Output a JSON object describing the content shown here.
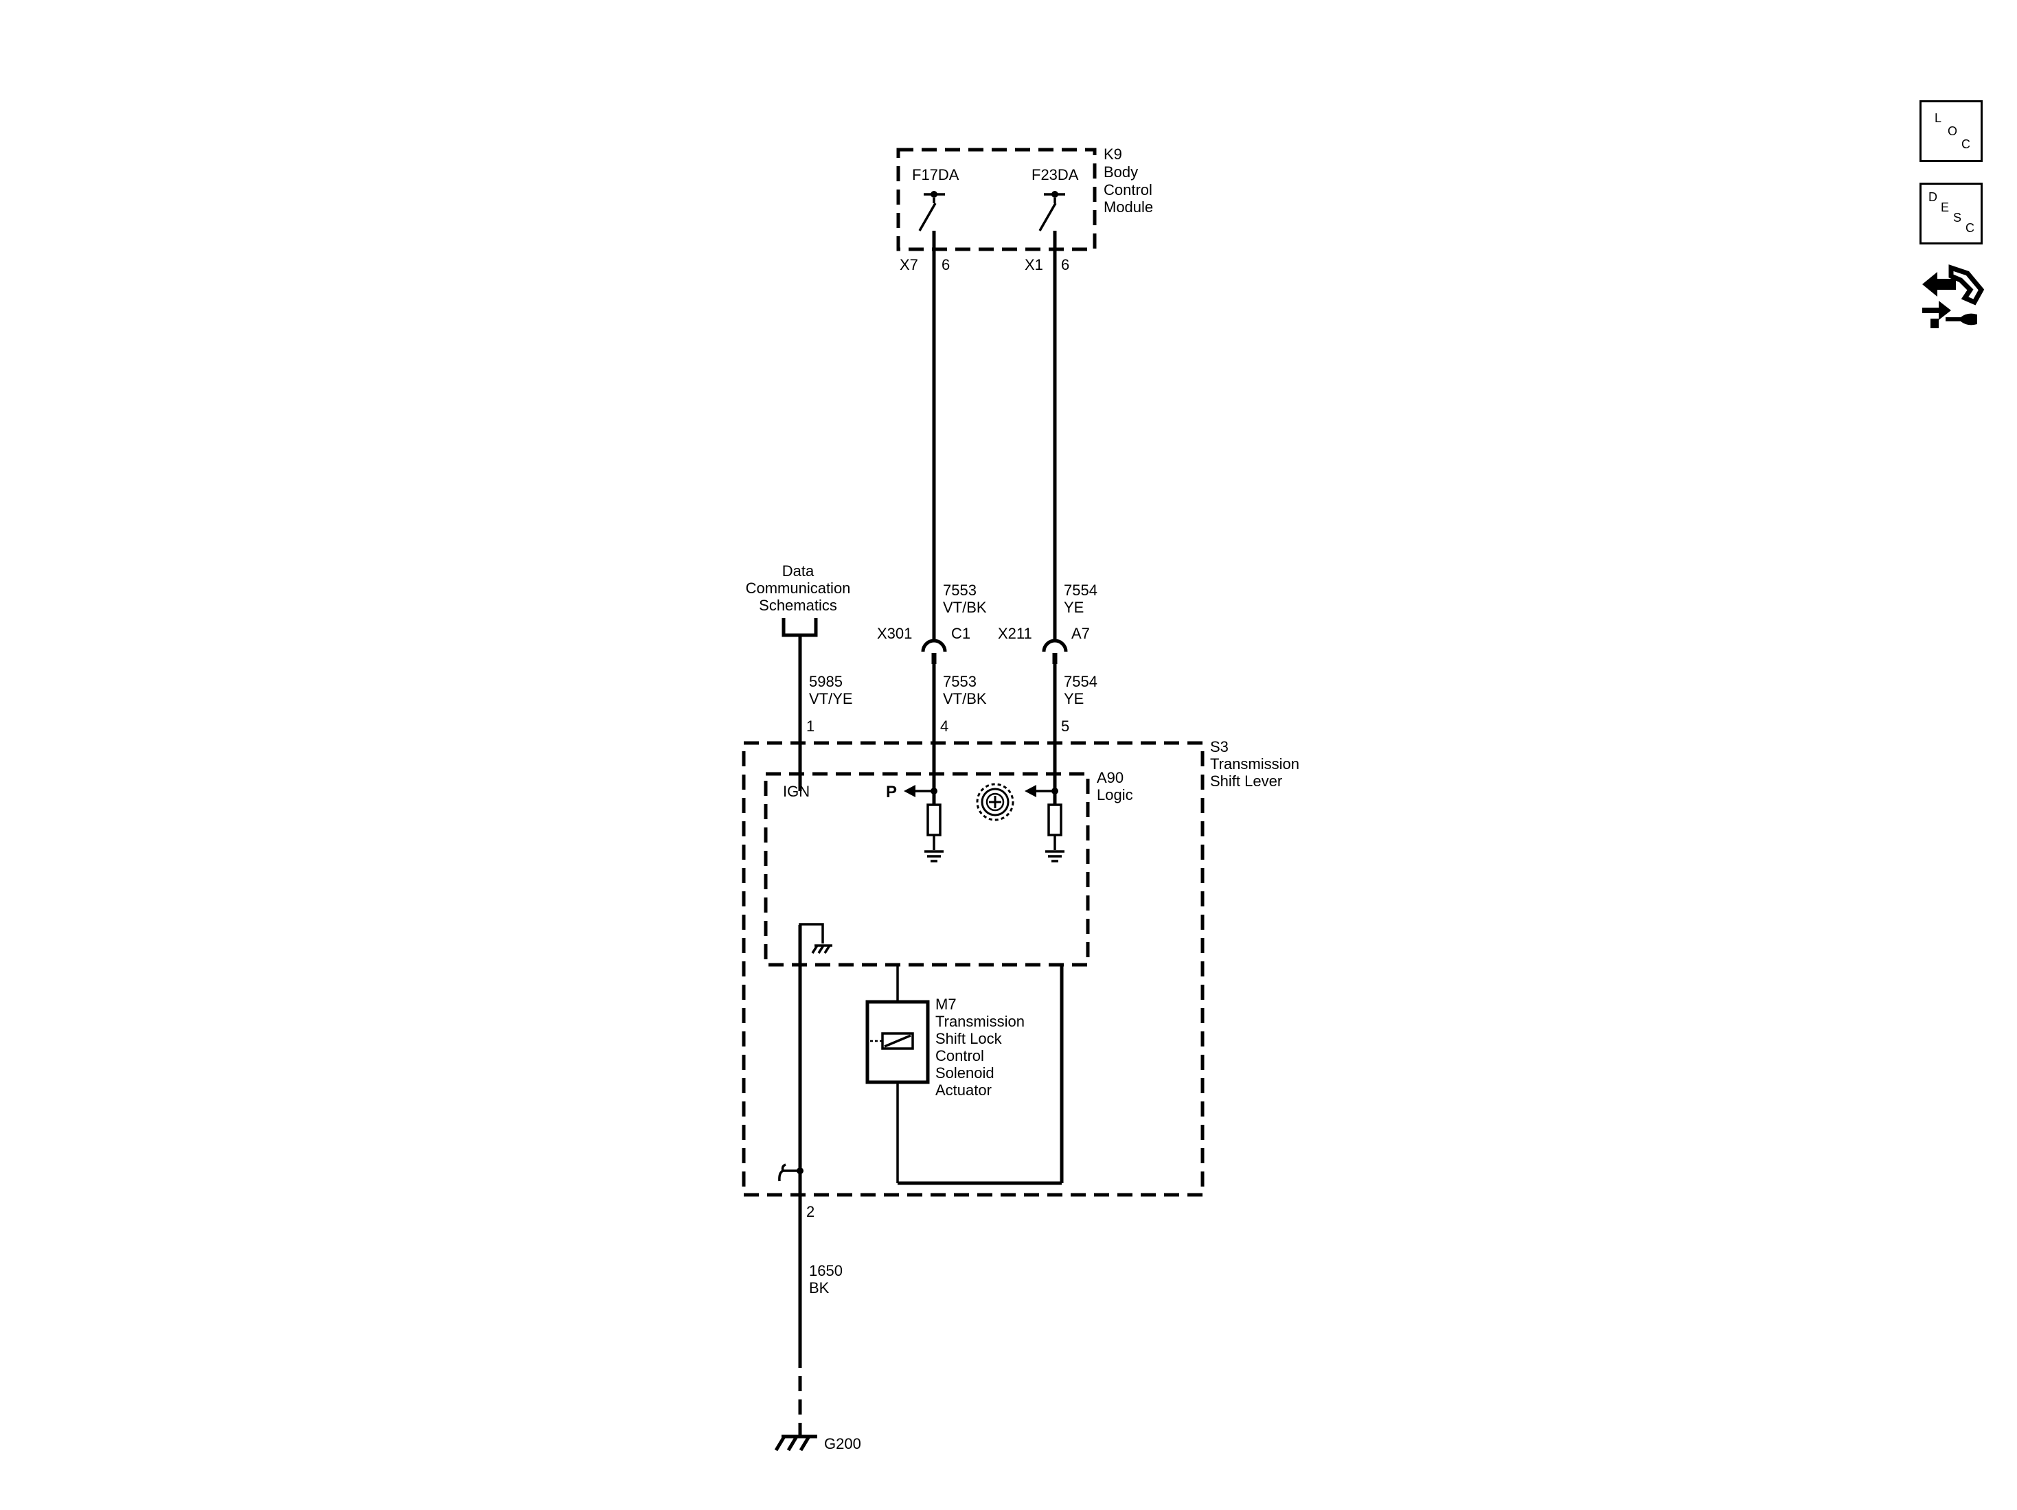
{
  "modules": {
    "k9": {
      "id": "K9",
      "line1": "Body",
      "line2": "Control",
      "line3": "Module",
      "fuse1": "F17DA",
      "fuse2": "F23DA"
    },
    "s3": {
      "id": "S3",
      "line1": "Transmission",
      "line2": "Shift Lever"
    },
    "a90": {
      "id": "A90",
      "line1": "Logic"
    },
    "m7": {
      "id": "M7",
      "lines": [
        "Transmission",
        "Shift Lock",
        "Control",
        "Solenoid",
        "Actuator"
      ]
    }
  },
  "connectors": {
    "k9_left": {
      "name": "X7",
      "pin": "6"
    },
    "k9_right": {
      "name": "X1",
      "pin": "6"
    },
    "inline_left": {
      "name": "X301",
      "pin": "C1"
    },
    "inline_right": {
      "name": "X211",
      "pin": "A7"
    },
    "s3_pin_ign": "1",
    "s3_pin_p": "4",
    "s3_pin_lock": "5",
    "s3_pin_gnd": "2"
  },
  "wires": {
    "left_upper": {
      "circuit": "7553",
      "color": "VT/BK"
    },
    "right_upper": {
      "circuit": "7554",
      "color": "YE"
    },
    "left_lower": {
      "circuit": "7553",
      "color": "VT/BK"
    },
    "right_lower": {
      "circuit": "7554",
      "color": "YE"
    },
    "ign": {
      "circuit": "5985",
      "color": "VT/YE"
    },
    "ground": {
      "circuit": "1650",
      "color": "BK"
    }
  },
  "references": {
    "data_comm": {
      "line1": "Data",
      "line2": "Communication",
      "line3": "Schematics"
    }
  },
  "labels": {
    "ign": "IGN",
    "park": "P"
  },
  "ground_point": "G200",
  "side_buttons": {
    "loc": {
      "letters": [
        "L",
        "O",
        "C"
      ],
      "icon": "loc-icon"
    },
    "desc": {
      "letters": [
        "D",
        "E",
        "S",
        "C"
      ],
      "icon": "desc-icon"
    },
    "tool": {
      "icon": "connector-tool-icon"
    }
  }
}
